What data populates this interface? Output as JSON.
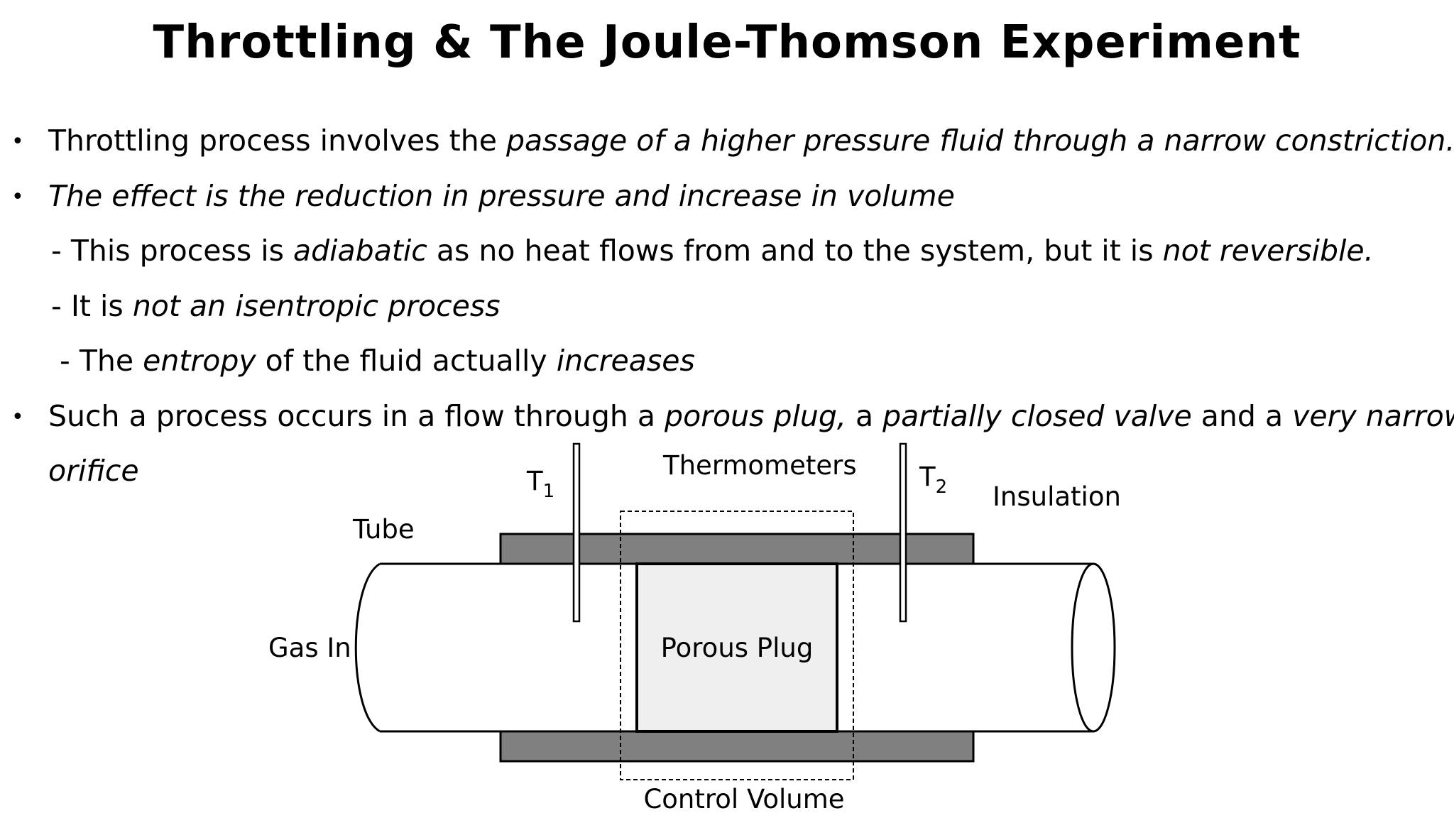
{
  "title": "Throttling & The Joule-Thomson Experiment",
  "text": {
    "b1_a": "Throttling process involves the ",
    "b1_b": "passage of a higher pressure fluid through a narrow constriction.",
    "b2": "The effect is the reduction in pressure and increase in volume",
    "s1_a": "- This process is ",
    "s1_b": "adiabatic",
    "s1_c": " as no heat flows from and to the system, but it is ",
    "s1_d": "not reversible.",
    "s2_a": "- It is ",
    "s2_b": "not an isentropic process",
    "s3_a": "- The ",
    "s3_b": "entropy",
    "s3_c": " of the fluid actually ",
    "s3_d": "increases",
    "b3_a": "Such a process occurs in a flow through a ",
    "b3_b": "porous plug,",
    "b3_c": " a ",
    "b3_d": "partially closed valve",
    "b3_e": " and a ",
    "b3_f": "very narrow",
    "b3_g": "orifice",
    "bullet": "•"
  },
  "diagram": {
    "tube": "Tube",
    "gas_in": "Gas In",
    "t1": "T",
    "t1_sub": "1",
    "t2": "T",
    "t2_sub": "2",
    "thermometers": "Thermometers",
    "insulation": "Insulation",
    "porous_plug": "Porous Plug",
    "control_volume": "Control Volume"
  }
}
